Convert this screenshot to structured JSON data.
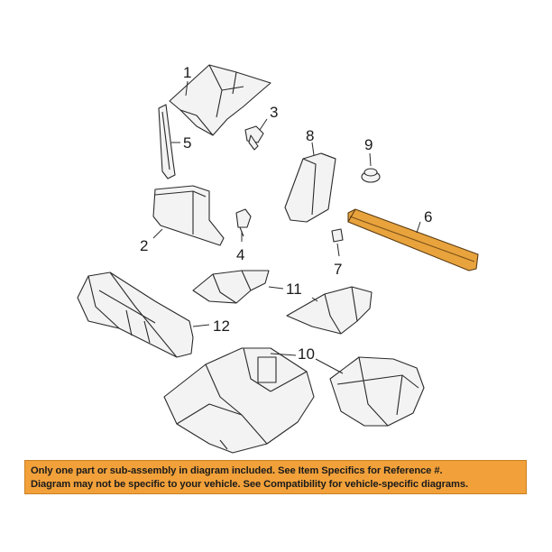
{
  "diagram": {
    "callouts": [
      {
        "id": "callout-1",
        "label": "1"
      },
      {
        "id": "callout-2",
        "label": "2"
      },
      {
        "id": "callout-3",
        "label": "3"
      },
      {
        "id": "callout-4",
        "label": "4"
      },
      {
        "id": "callout-5",
        "label": "5"
      },
      {
        "id": "callout-6",
        "label": "6"
      },
      {
        "id": "callout-7",
        "label": "7"
      },
      {
        "id": "callout-8",
        "label": "8"
      },
      {
        "id": "callout-9",
        "label": "9"
      },
      {
        "id": "callout-10",
        "label": "10"
      },
      {
        "id": "callout-11",
        "label": "11"
      },
      {
        "id": "callout-12",
        "label": "12"
      }
    ],
    "highlighted_part": "6",
    "colors": {
      "line": "#2a2a2a",
      "part_fill": "#f3f3f3",
      "highlight_fill": "#e8a33d",
      "banner": "#f2a13a"
    }
  },
  "notice": {
    "line1": "Only one part or sub-assembly in diagram included. See Item Specifics for Reference #.",
    "line2": "Diagram may not be specific to your vehicle. See Compatibility for vehicle-specific diagrams."
  }
}
